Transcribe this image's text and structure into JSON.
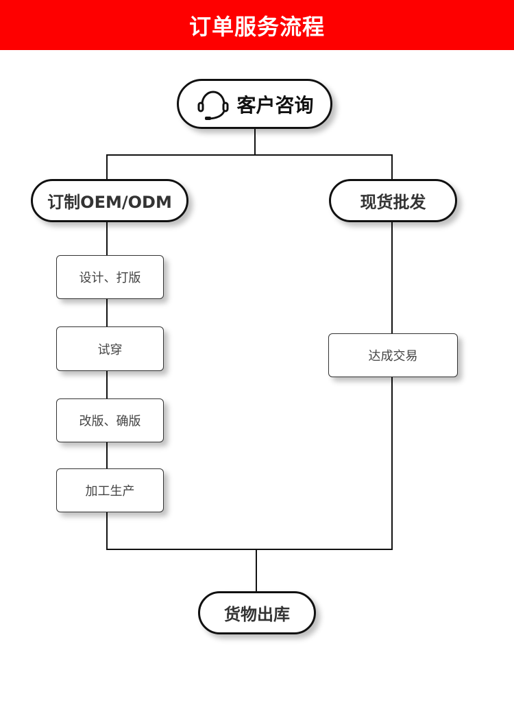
{
  "header": {
    "title": "订单服务流程"
  },
  "nodes": {
    "start": "客户咨询",
    "custom": "订制OEM/ODM",
    "stock": "现货批发",
    "end": "货物出库"
  },
  "custom_steps": [
    "设计、打版",
    "试穿",
    "改版、确版",
    "加工生产"
  ],
  "stock_steps": [
    "达成交易"
  ]
}
